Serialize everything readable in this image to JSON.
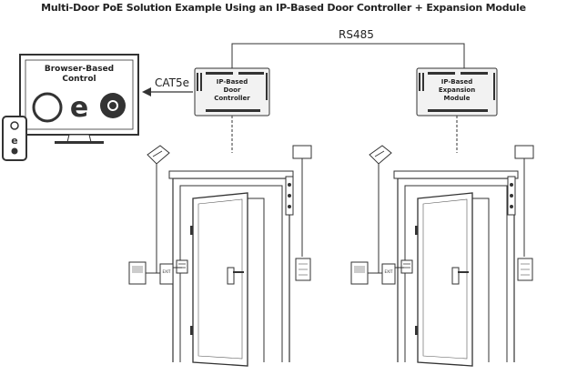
{
  "title": "Multi-Door PoE Solution Example Using an IP-Based Door Controller + Expansion Module",
  "links": {
    "rs485": "RS485",
    "cat5e": "CAT5e"
  },
  "monitor": {
    "label_line1": "Browser-Based",
    "label_line2": "Control",
    "icons": [
      "safari-icon",
      "edge-icon",
      "chrome-icon"
    ]
  },
  "phone": {
    "icons": [
      "safari-icon",
      "edge-icon",
      "chrome-icon"
    ]
  },
  "controller": {
    "line1": "IP-Based",
    "line2": "Door",
    "line3": "Controller"
  },
  "expansion": {
    "line1": "IP-Based",
    "line2": "Expansion",
    "line3": "Module"
  },
  "doors": [
    {
      "exit_label": "EXIT"
    },
    {
      "exit_label": "EXIT"
    }
  ],
  "colors": {
    "line": "#333333",
    "fill": "#ffffff",
    "module_fill": "#f2f2f2"
  }
}
